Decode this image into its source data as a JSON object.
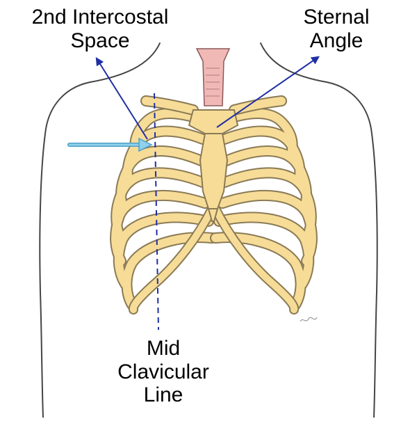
{
  "labels": {
    "intercostal_space": {
      "line1": "2nd Intercostal",
      "line2": "Space"
    },
    "sternal_angle": {
      "line1": "Sternal",
      "line2": "Angle"
    },
    "mid_clavicular_line": {
      "line1": "Mid",
      "line2": "Clavicular",
      "line3": "Line"
    }
  },
  "colors": {
    "bone_fill": "#f6dc97",
    "bone_stroke": "#8a7a55",
    "trachea_fill": "#f0b9b6",
    "outline": "#444444",
    "pointer_line": "#1f2fa3",
    "indicator_arrow": "#8fd0ec"
  }
}
